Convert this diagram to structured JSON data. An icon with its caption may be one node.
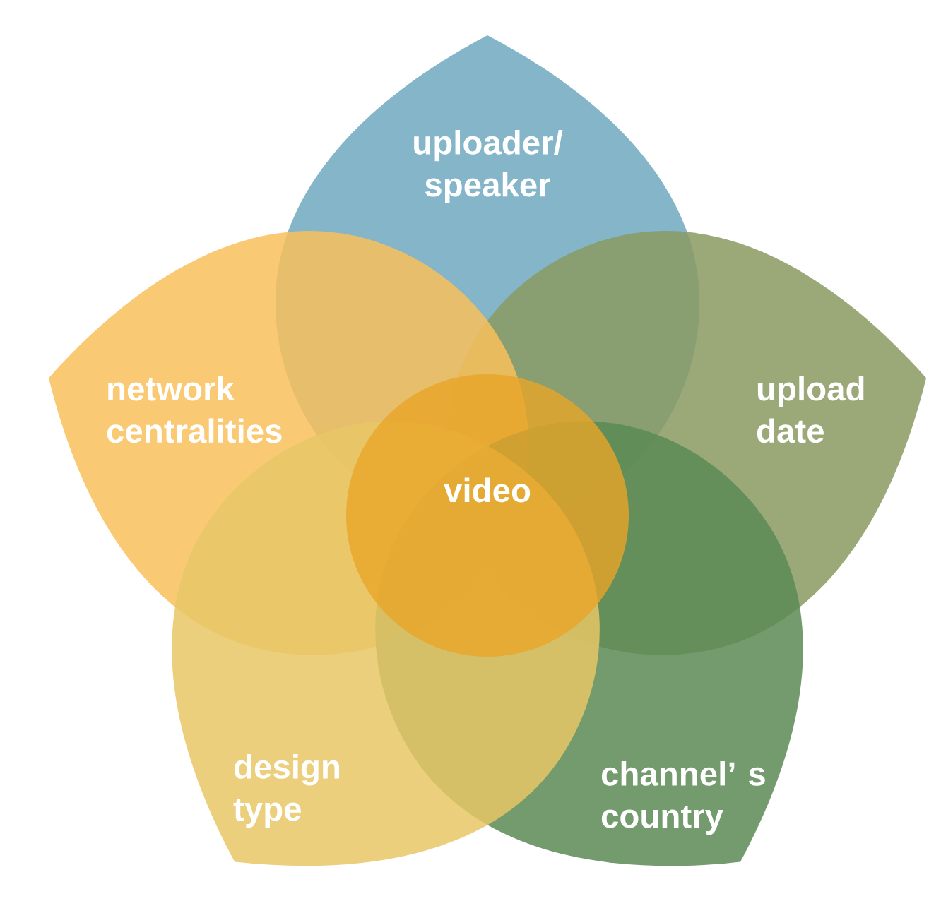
{
  "diagram": {
    "nodes": [
      {
        "text": [
          "uploader/ speaker"
        ]
      },
      {
        "text": [
          "network centralities"
        ]
      },
      {
        "text": [
          "upload date"
        ]
      },
      {
        "text": [
          "video"
        ]
      },
      {
        "text": [
          "design type"
        ]
      },
      {
        "text": [
          "channel’ s country"
        ]
      }
    ]
  }
}
